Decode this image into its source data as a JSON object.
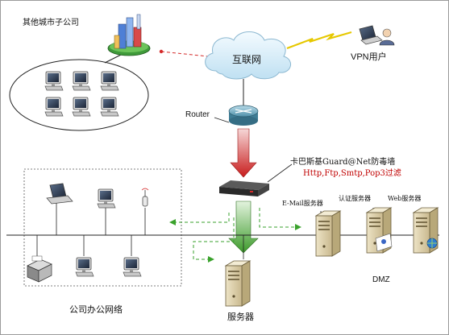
{
  "labels": {
    "branch_office": "其他城市子公司",
    "internet": "互联网",
    "vpn_user": "VPN用户",
    "router": "Router",
    "firewall_name": "卡巴斯基Guard@Net防毒墙",
    "firewall_filters": "Http,Ftp,Smtp,Pop3过滤",
    "email_server": "E-Mail服务器",
    "auth_server": "认证服务器",
    "web_server": "Web服务器",
    "dmz": "DMZ",
    "server": "服务器",
    "office_network": "公司办公网络"
  }
}
